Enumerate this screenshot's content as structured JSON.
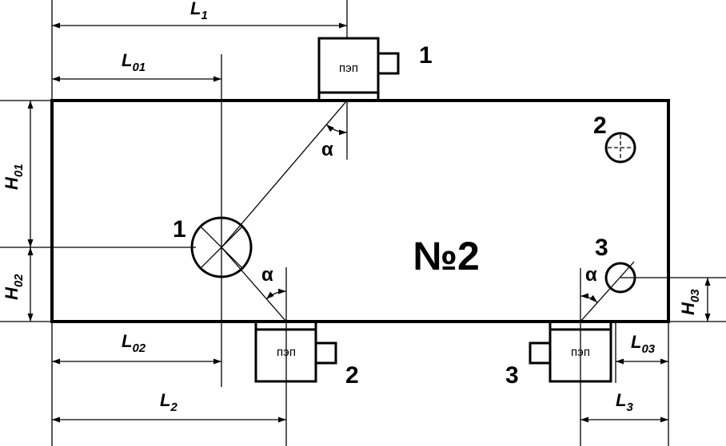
{
  "specimen": {
    "label": "№2"
  },
  "transducer_label": "пэп",
  "transducers": [
    {
      "number": "1"
    },
    {
      "number": "2"
    },
    {
      "number": "3"
    }
  ],
  "defects": [
    {
      "number": "1"
    },
    {
      "number": "2"
    },
    {
      "number": "3"
    }
  ],
  "angle_symbol": "α",
  "dimensions": {
    "L1": {
      "main": "L",
      "sub": "1"
    },
    "L01": {
      "main": "L",
      "sub": "01"
    },
    "L02": {
      "main": "L",
      "sub": "02"
    },
    "L2": {
      "main": "L",
      "sub": "2"
    },
    "L03": {
      "main": "L",
      "sub": "03"
    },
    "L3": {
      "main": "L",
      "sub": "3"
    },
    "H01": {
      "main": "H",
      "sub": "01"
    },
    "H02": {
      "main": "H",
      "sub": "02"
    },
    "H03": {
      "main": "H",
      "sub": "03"
    }
  }
}
